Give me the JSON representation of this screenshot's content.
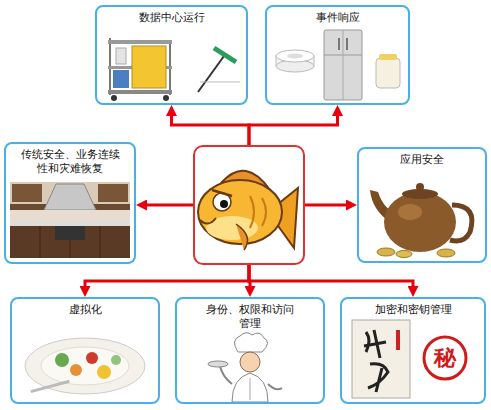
{
  "diagram": {
    "nodes": [
      {
        "text": [
          "数据中心运行"
        ]
      },
      {
        "text": [
          "事件响应"
        ]
      },
      {
        "text": [
          "传统安全、业务连续性和灾难恢复"
        ]
      },
      {
        "text": []
      },
      {
        "text": [
          "应用安全"
        ]
      },
      {
        "text": [
          "虚拟化"
        ]
      },
      {
        "text": [
          "身份、权限和访问管理"
        ]
      },
      {
        "text": [
          "加密和密钥管理"
        ]
      }
    ],
    "edges": [
      {
        "from": 3,
        "to": 0,
        "arrow": "to"
      },
      {
        "from": 3,
        "to": 1,
        "arrow": "to"
      },
      {
        "from": 3,
        "to": 2,
        "arrow": "to"
      },
      {
        "from": 3,
        "to": 4,
        "arrow": "to"
      },
      {
        "from": 3,
        "to": 5,
        "arrow": "to"
      },
      {
        "from": 3,
        "to": 6,
        "arrow": "to"
      },
      {
        "from": 3,
        "to": 7,
        "arrow": "to"
      }
    ],
    "labels": [
      "秘"
    ]
  }
}
